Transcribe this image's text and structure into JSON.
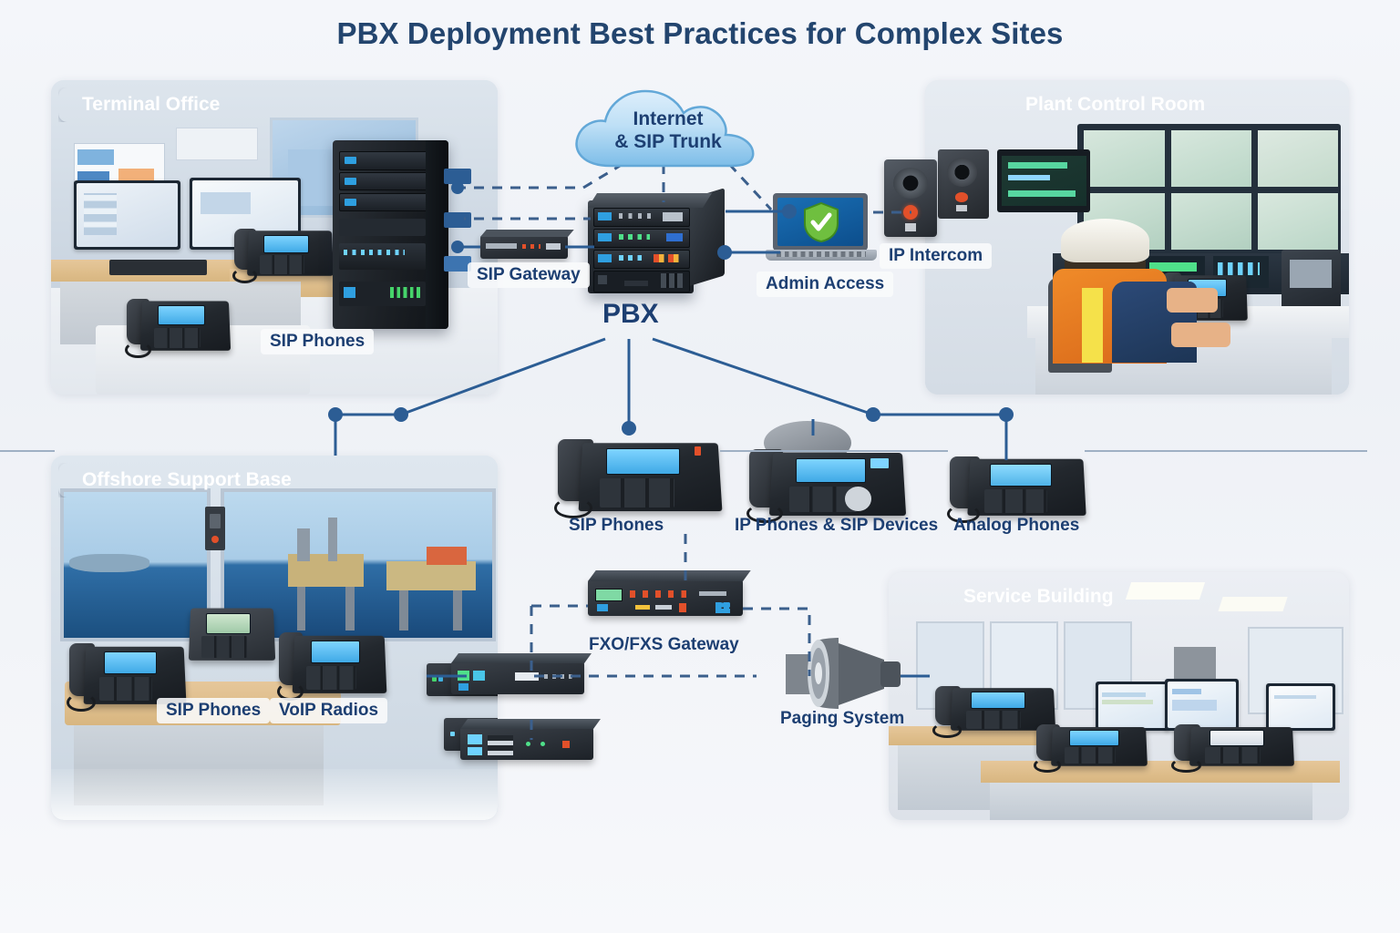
{
  "page": {
    "title": "PBX Deployment Best Practices for Complex Sites",
    "accent_blue": "#2c5d94",
    "label_blue": "#1d3f72",
    "banner_blue": "#2e527f",
    "background": "#f2f4f8"
  },
  "panels": {
    "terminal_office": {
      "title": "Terminal Office"
    },
    "plant_control_room": {
      "title": "Plant Control Room"
    },
    "offshore_support_base": {
      "title": "Offshore Support Base"
    },
    "service_building": {
      "title": "Service Building"
    }
  },
  "nodes": {
    "cloud_line1": "Internet",
    "cloud_line2": "& SIP Trunk",
    "pbx": "PBX",
    "sip_gateway": "SIP Gateway",
    "admin_access": "Admin Access",
    "ip_intercom": "IP Intercom",
    "fxo_fxs_gateway": "FXO/FXS Gateway",
    "paging_system": "Paging System"
  },
  "labels": {
    "office_sip_phones": "SIP Phones",
    "center_sip_phones": "SIP Phones",
    "ip_phones_sip_devices": "IP Phones & SIP Devices",
    "analog_phones": "Analog Phones",
    "offshore_sip_phones": "SIP Phones",
    "voip_radios": "VoIP Radios"
  },
  "icons": {
    "cloud": "cloud-icon",
    "shield": "shield-check-icon",
    "horn": "paging-horn-icon",
    "intercom": "ip-intercom-icon",
    "hardhat_worker": "worker-icon"
  }
}
